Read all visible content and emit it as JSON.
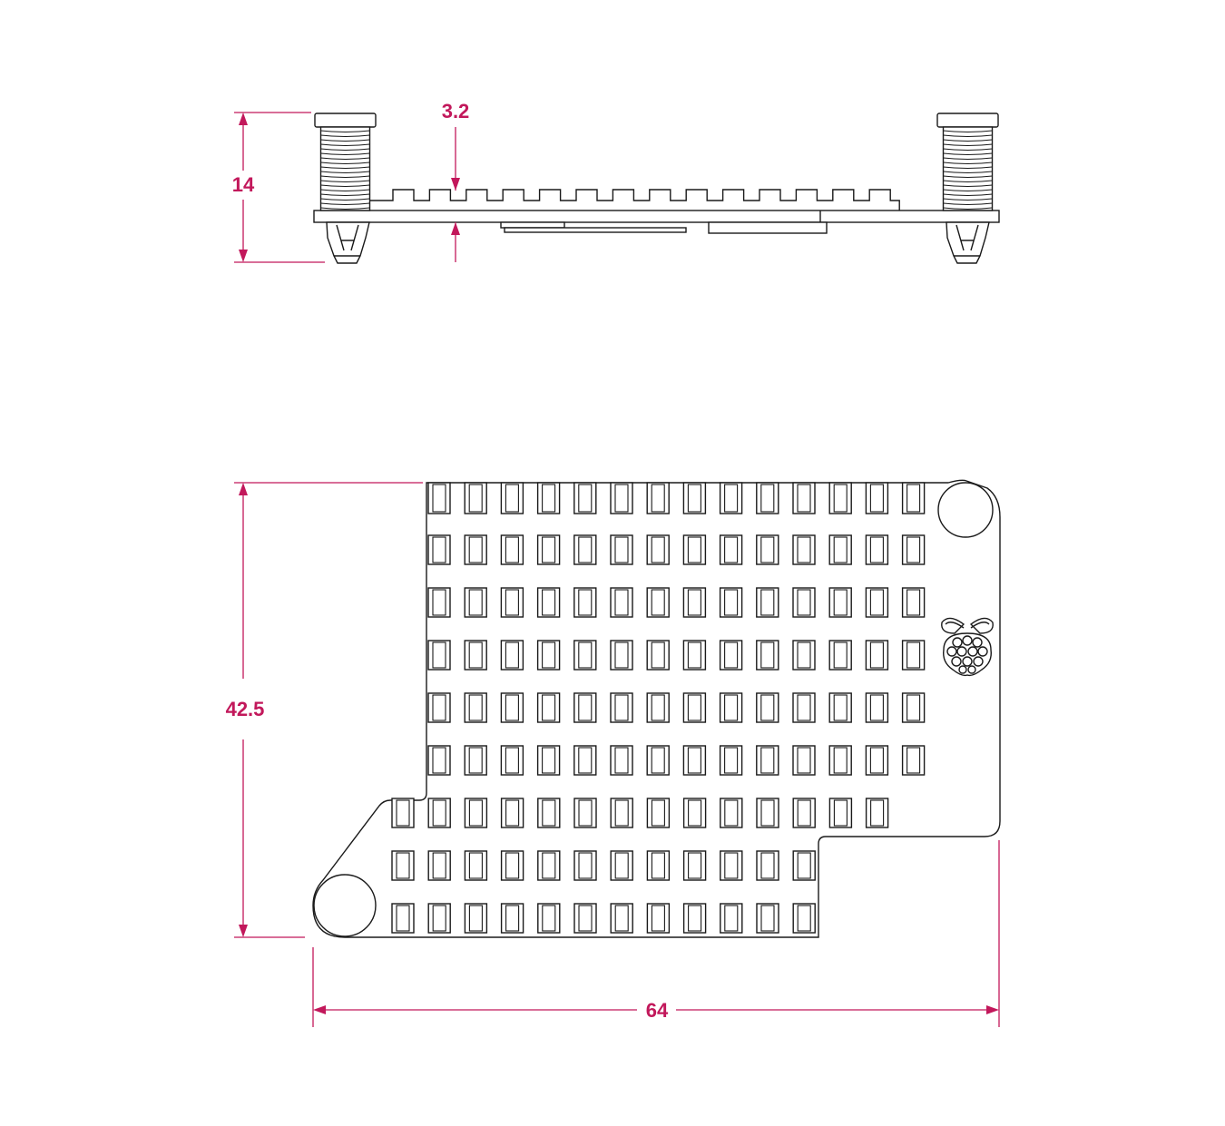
{
  "colors": {
    "dimension": "#c2185b",
    "line": "#1a1a1a",
    "background": "#ffffff"
  },
  "side_view": {
    "height_label": "14",
    "fin_height_label": "3.2"
  },
  "top_view": {
    "height_label": "42.5",
    "width_label": "64"
  },
  "fin_grid": {
    "rows": 9,
    "columns": 14,
    "short_rows": 2,
    "short_row_columns": 12
  },
  "icons": [
    "raspberry-pi-logo-icon"
  ]
}
